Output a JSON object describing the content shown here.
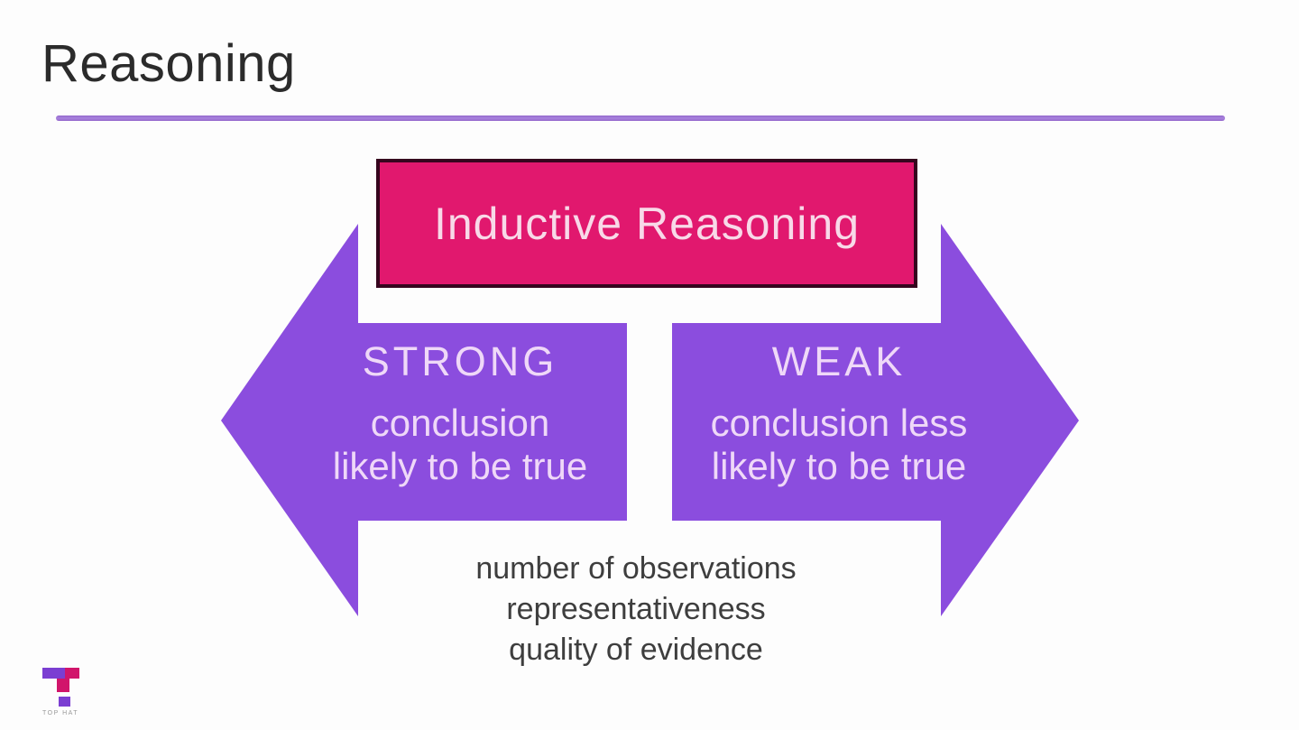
{
  "slide": {
    "title": "Reasoning",
    "background_color": "#FDFDFD",
    "title_color": "#2B2B2B",
    "accent_rule_color": "#9C6FD6"
  },
  "diagram": {
    "header_box": {
      "label": "Inductive Reasoning",
      "fill_color": "#E1186E",
      "border_color": "#36051E",
      "text_color": "#F8D9E8"
    },
    "left_arrow": {
      "direction": "left",
      "heading": "STRONG",
      "line1": "conclusion",
      "line2": "likely to be true",
      "fill": "#8B4DDE",
      "text_color": "#EFD8F8"
    },
    "right_arrow": {
      "direction": "right",
      "heading": "WEAK",
      "line1": "conclusion less",
      "line2": "likely to be true",
      "fill": "#8B4DDE",
      "text_color": "#EFD8F8"
    },
    "factors": [
      "number of observations",
      "representativeness",
      "quality of evidence"
    ],
    "factors_text_color": "#3E3E3E"
  },
  "footer_logo": {
    "wordmark": "TOP HAT",
    "purple": "#7B3ED2",
    "crimson": "#D1156B",
    "wordmark_color": "#9A9A9A"
  }
}
